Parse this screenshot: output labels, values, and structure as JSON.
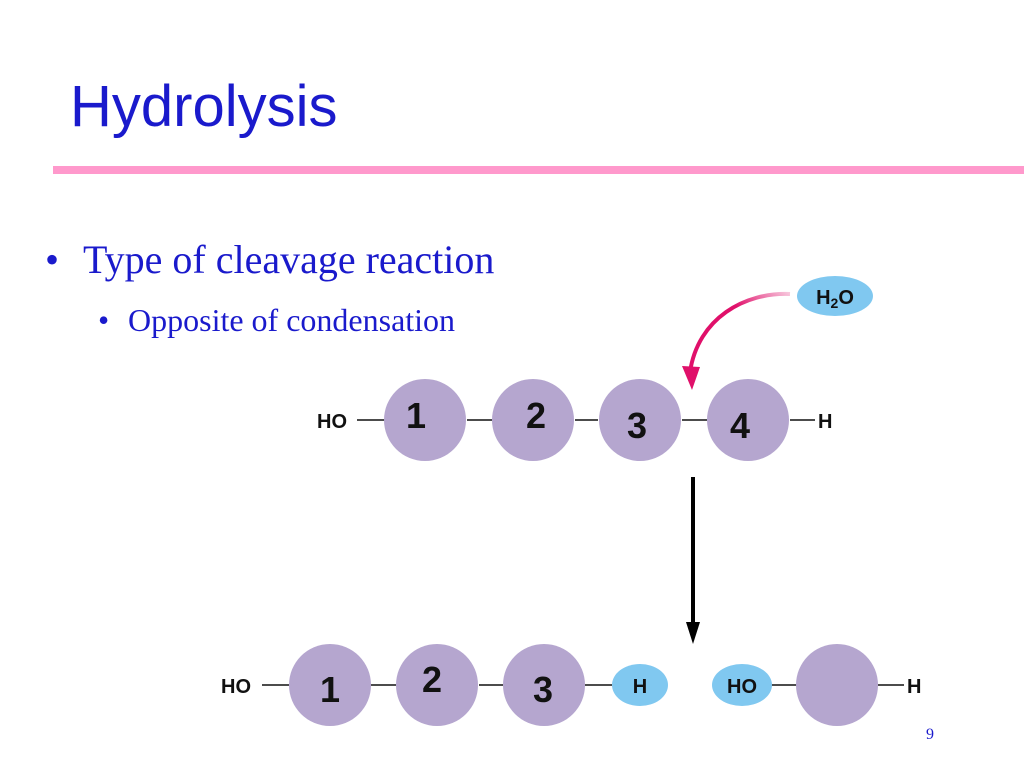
{
  "slide": {
    "title": "Hydrolysis",
    "bullets": [
      {
        "marker": "•",
        "text": "Type of cleavage reaction"
      },
      {
        "marker": "•",
        "text": "Opposite of condensation"
      }
    ],
    "page_number": "9"
  },
  "colors": {
    "title": "#1a1acc",
    "title_rule": "#ff99cc",
    "monomer": "#b5a6cf",
    "water_blob": "#80c8f0",
    "curved_arrow": "#e0106a",
    "reaction_arrow": "#000000"
  },
  "diagram": {
    "water_label": {
      "main": "H",
      "sub": "2",
      "end": "O"
    },
    "polymer": {
      "left_end": "HO",
      "right_end": "H",
      "units": [
        "1",
        "2",
        "3",
        "4"
      ]
    },
    "products": {
      "left_end": "HO",
      "units": [
        "1",
        "2",
        "3"
      ],
      "cap_h": "H",
      "cap_ho": "HO",
      "right_end": "H"
    }
  }
}
